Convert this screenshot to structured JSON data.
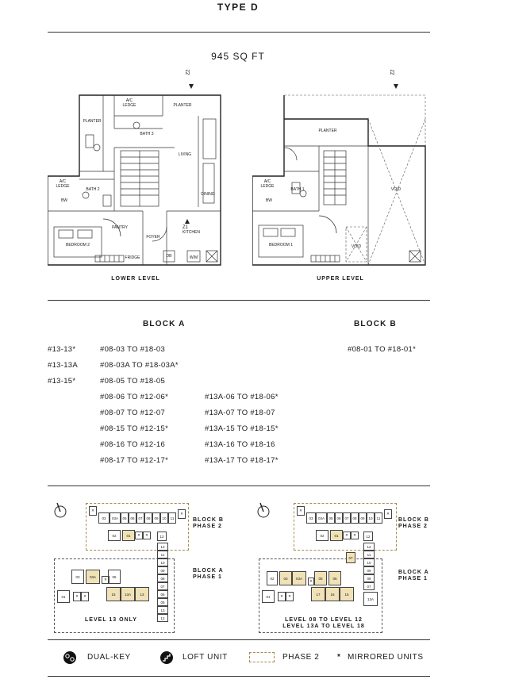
{
  "title": "TYPE D",
  "area": "945 SQ FT",
  "plans": {
    "lower": {
      "label": "LOWER LEVEL",
      "rooms": {
        "ac_ledge_top": "A/C\nLEDGE",
        "planter_top": "PLANTER",
        "planter_left": "PLANTER",
        "bath3": "BATH 3",
        "living": "LIVING",
        "ac_ledge_left": "A/C\nLEDGE",
        "bath2": "BATH 2",
        "bw": "BW",
        "dining": "DINING",
        "pantry": "PANTRY",
        "bedroom2": "BEDROOM 2",
        "foyer": "FOYER",
        "kitchen": "KITCHEN",
        "fridge": "FRIDGE",
        "db": "DB",
        "wm": "W/M"
      },
      "marker_top": "Z2",
      "marker_bottom": "Z1"
    },
    "upper": {
      "label": "UPPER LEVEL",
      "rooms": {
        "planter": "PLANTER",
        "ac_ledge": "A/C\nLEDGE",
        "bath1": "BATH 1",
        "void_right": "VOID",
        "bw": "BW",
        "bedroom1": "BEDROOM 1",
        "void_small": "VOID"
      },
      "marker_top": "Z2"
    }
  },
  "block_a": {
    "heading": "BLOCK A",
    "col1": [
      "#13-13*",
      "#13-13A",
      "#13-15*"
    ],
    "col2": [
      "#08-03 TO #18-03",
      "#08-03A TO #18-03A*",
      "#08-05 TO #18-05",
      "#08-06 TO #12-06*",
      "#08-07 TO #12-07",
      "#08-15 TO #12-15*",
      "#08-16 TO #12-16",
      "#08-17 TO #12-17*"
    ],
    "col3": [
      "#13A-06 TO #18-06*",
      "#13A-07 TO #18-07",
      "#13A-15 TO #18-15*",
      "#13A-16 TO #18-16",
      "#13A-17 TO #18-17*"
    ]
  },
  "block_b": {
    "heading": "BLOCK B",
    "units": [
      "#08-01 TO #18-01*"
    ]
  },
  "site": {
    "left": {
      "block_b_label": "BLOCK B\nPHASE 2",
      "block_a_label": "BLOCK A\nPHASE 1",
      "level_label": "LEVEL 13 ONLY",
      "b_top": [
        "03",
        "03A",
        "05",
        "06",
        "07",
        "08",
        "09",
        "10",
        "11"
      ],
      "b_mid": [
        "02",
        "01",
        "12"
      ],
      "a_right": [
        "12",
        "11",
        "10",
        "09",
        "08",
        "07",
        "06",
        "05",
        "13",
        "12"
      ],
      "a_mid": [
        "03",
        "03A",
        "05"
      ],
      "a_bot": [
        "01",
        "15",
        "13A",
        "13"
      ]
    },
    "right": {
      "block_b_label": "BLOCK B\nPHASE 2",
      "block_a_label": "BLOCK A\nPHASE 1",
      "level_label": "LEVEL 08  TO LEVEL 12\nLEVEL 13A TO LEVEL 18",
      "b_top": [
        "03",
        "03A",
        "05",
        "06",
        "07",
        "08",
        "09",
        "10",
        "11"
      ],
      "b_mid": [
        "02",
        "01",
        "12"
      ],
      "a_right": [
        "12",
        "11",
        "10",
        "09",
        "08",
        "07",
        "13A"
      ],
      "a_mid": [
        "02",
        "03",
        "03A",
        "05",
        "06"
      ],
      "a_07": "07",
      "a_bot": [
        "01",
        "17",
        "16",
        "15"
      ]
    }
  },
  "legend": {
    "dual_key": "DUAL-KEY",
    "loft": "LOFT UNIT",
    "phase2": "PHASE 2",
    "mirrored_symbol": "*",
    "mirrored": "MIRRORED UNITS"
  }
}
